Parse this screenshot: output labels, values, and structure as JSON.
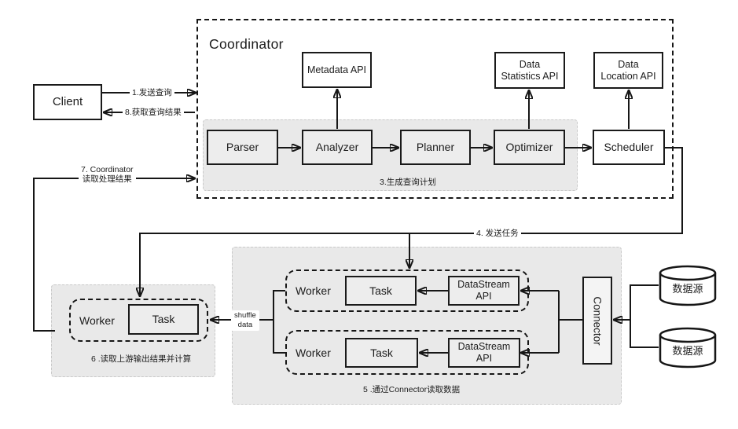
{
  "client": {
    "label": "Client"
  },
  "coordinator": {
    "title": "Coordinator",
    "metadata_api": "Metadata API",
    "statistics_api": {
      "line1": "Data",
      "line2": "Statistics API"
    },
    "location_api": {
      "line1": "Data",
      "line2": "Location API"
    },
    "pipeline": {
      "parser": "Parser",
      "analyzer": "Analyzer",
      "planner": "Planner",
      "optimizer": "Optimizer",
      "scheduler": "Scheduler"
    },
    "plan_stage_label": "3.生成查询计划"
  },
  "flow_labels": {
    "step1_send_query": "1.发送查询",
    "step8_get_result": "8.获取查询结果",
    "step7_line1": "7. Coordinator",
    "step7_line2": "读取处理结果",
    "step4_send_task": "4. 发送任务",
    "step5_read_via_connector": "5 .通过Connector读取数据",
    "step6_read_upstream": "6 .读取上游输出结果并计算",
    "shuffle": {
      "line1": "shuffle",
      "line2": "data"
    }
  },
  "result_worker": {
    "worker_label": "Worker",
    "task_label": "Task"
  },
  "source_workers": [
    {
      "worker_label": "Worker",
      "task_label": "Task",
      "datastream": {
        "line1": "DataStream",
        "line2": "API"
      }
    },
    {
      "worker_label": "Worker",
      "task_label": "Task",
      "datastream": {
        "line1": "DataStream",
        "line2": "API"
      }
    }
  ],
  "connector": {
    "label": "Connector"
  },
  "datasources": [
    {
      "label": "数据源"
    },
    {
      "label": "数据源"
    }
  ]
}
